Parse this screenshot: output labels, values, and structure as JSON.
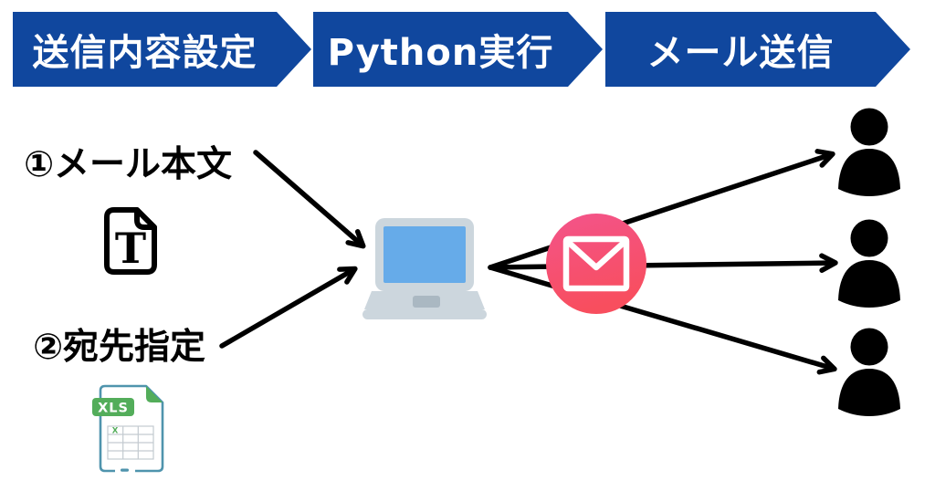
{
  "banners": [
    {
      "label": "送信内容設定"
    },
    {
      "label": "Python実行"
    },
    {
      "label": "メール送信"
    }
  ],
  "annotations": {
    "mail_body_label": "①メール本文",
    "recipient_label": "②宛先指定"
  },
  "icons": {
    "text_file_letter": "T",
    "xls_badge": "XLS",
    "xls_cell_mark": "X"
  },
  "recipients_count": 3,
  "colors": {
    "banner_blue": "#10479e",
    "arrow_black": "#000000",
    "envelope_pink_top": "#f3548b",
    "envelope_red_bottom": "#f84e5e",
    "xls_green": "#53ad5a",
    "xls_doc_outline": "#4f94ad",
    "xls_grid_gray": "#c3cad0",
    "laptop_body": "#ccd6dd",
    "laptop_screen": "#66abe9",
    "laptop_touchpad": "#aab8c2"
  }
}
